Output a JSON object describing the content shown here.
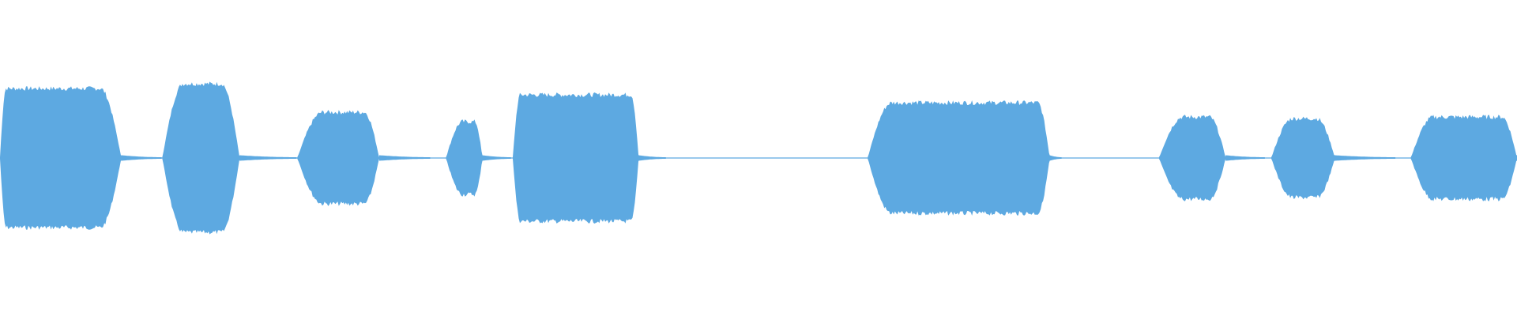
{
  "waveform": {
    "color": "#5DA9E1",
    "background": "#FFFFFF",
    "duration_fraction_note": "",
    "segments": [
      {
        "start": 0.0,
        "attack_end": 0.004,
        "decay_start": 0.066,
        "end": 0.08,
        "amplitude": 0.44,
        "tail_end": 0.107
      },
      {
        "start": 0.107,
        "attack_end": 0.121,
        "decay_start": 0.146,
        "end": 0.158,
        "amplitude": 0.47,
        "tail_end": 0.196
      },
      {
        "start": 0.196,
        "attack_end": 0.213,
        "decay_start": 0.24,
        "end": 0.25,
        "amplitude": 0.29,
        "tail_end": 0.284
      },
      {
        "start": 0.294,
        "attack_end": 0.305,
        "decay_start": 0.313,
        "end": 0.318,
        "amplitude": 0.23,
        "tail_end": 0.337
      },
      {
        "start": 0.338,
        "attack_end": 0.343,
        "decay_start": 0.416,
        "end": 0.421,
        "amplitude": 0.4,
        "tail_end": 0.439
      },
      {
        "start": 0.572,
        "attack_end": 0.588,
        "decay_start": 0.684,
        "end": 0.692,
        "amplitude": 0.35,
        "tail_end": 0.7
      },
      {
        "start": 0.764,
        "attack_end": 0.78,
        "decay_start": 0.797,
        "end": 0.808,
        "amplitude": 0.26,
        "tail_end": 0.834
      },
      {
        "start": 0.838,
        "attack_end": 0.852,
        "decay_start": 0.868,
        "end": 0.88,
        "amplitude": 0.25,
        "tail_end": 0.92
      },
      {
        "start": 0.93,
        "attack_end": 0.945,
        "decay_start": 0.99,
        "end": 1.0,
        "amplitude": 0.26,
        "tail_end": 1.0
      }
    ]
  }
}
